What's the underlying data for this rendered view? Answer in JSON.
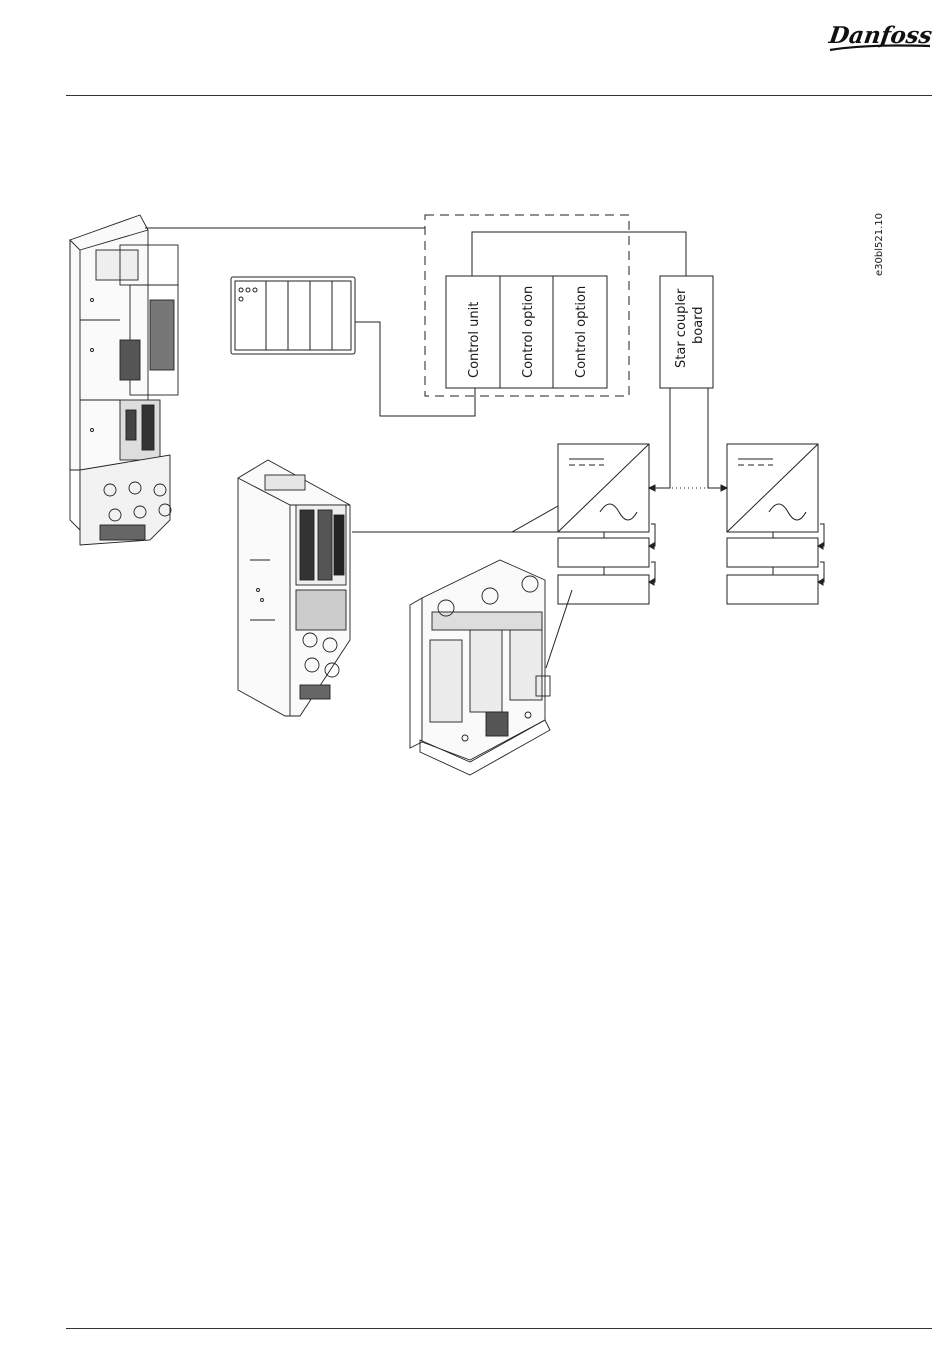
{
  "header": {
    "brand": "Danfoss"
  },
  "figure": {
    "control_unit": "Control unit",
    "control_option_1": "Control option",
    "control_option_2": "Control option",
    "star_coupler": [
      "Star coupler",
      "board"
    ],
    "figure_code": "e30bl521.10"
  }
}
